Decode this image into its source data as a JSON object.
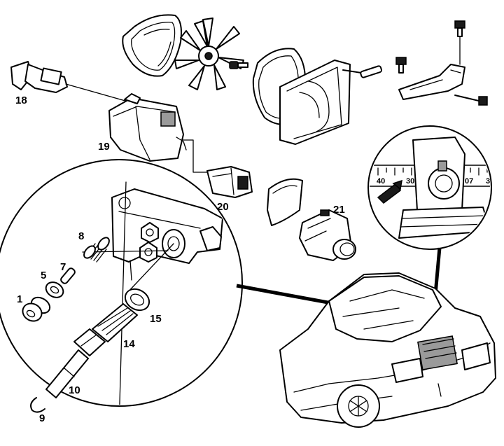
{
  "diagram": {
    "part_labels": {
      "p1": "1",
      "p5": "5",
      "p7": "7",
      "p8": "8",
      "p9": "9",
      "p10": "10",
      "p14": "14",
      "p15": "15",
      "p18": "18",
      "p19": "19",
      "p20": "20",
      "p21": "21"
    },
    "scale_marks": [
      "40",
      "30",
      "07",
      "3"
    ],
    "colors": {
      "ink": "#000000",
      "paper": "#ffffff",
      "shade": "#9a9a9a"
    }
  }
}
